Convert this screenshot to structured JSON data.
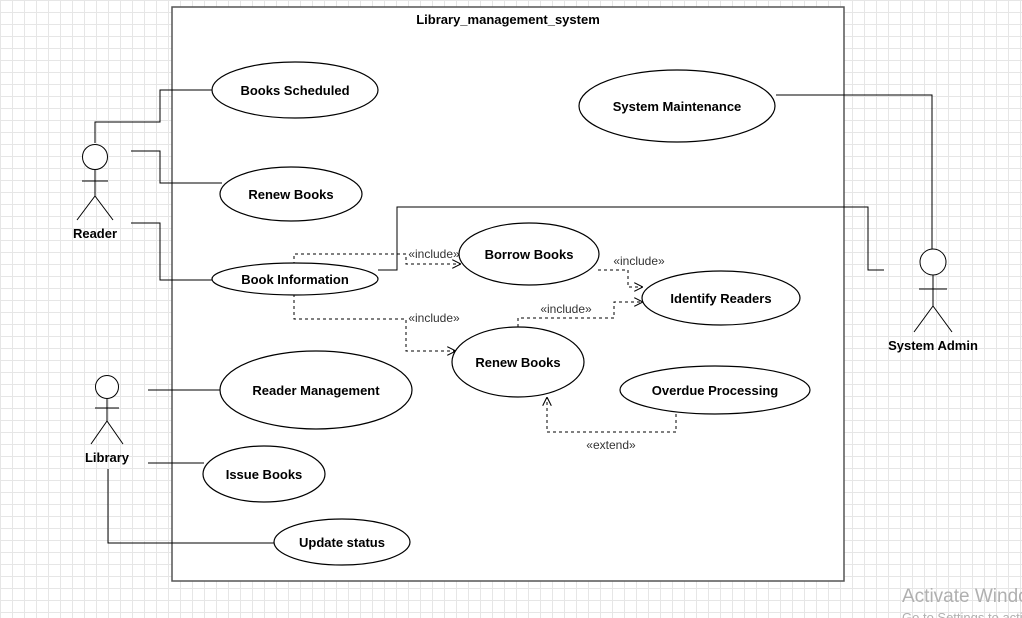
{
  "system_title": "Library_management_system",
  "actors": {
    "reader": "Reader",
    "library": "Library",
    "admin": "System Admin"
  },
  "use_cases": {
    "books_scheduled": "Books Scheduled",
    "renew_books_reader": "Renew Books",
    "book_information": "Book Information",
    "borrow_books": "Borrow Books",
    "identify_readers": "Identify Readers",
    "renew_books_inner": "Renew Books",
    "reader_management": "Reader Management",
    "overdue_processing": "Overdue Processing",
    "issue_books": "Issue Books",
    "update_status": "Update status",
    "system_maintenance": "System Maintenance"
  },
  "stereotypes": {
    "include_borrow": "«include»",
    "include_renew": "«include»",
    "include_identify_borrow": "«include»",
    "include_identify_renew": "«include»",
    "extend": "«extend»"
  },
  "watermark": {
    "line1": "Activate Windows",
    "line2": "Go to Settings to activate Windows."
  }
}
